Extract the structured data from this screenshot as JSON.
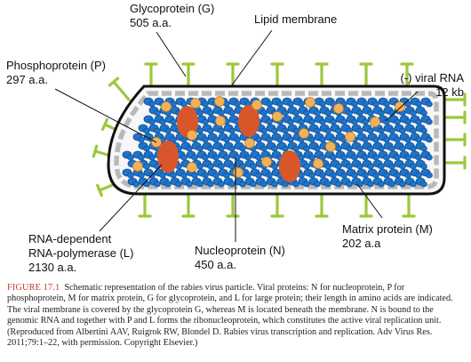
{
  "labels": {
    "glycoprotein": {
      "name": "Glycoprotein (G)",
      "size": "505 a.a."
    },
    "lipid_membrane": {
      "name": "Lipid membrane"
    },
    "phosphoprotein": {
      "name": "Phosphoprotein (P)",
      "size": "297 a.a."
    },
    "viral_rna": {
      "name": "(-) viral RNA",
      "size": "12 kb"
    },
    "polymerase": {
      "line1": "RNA-dependent",
      "line2": "RNA-polymerase (L)",
      "size": "2130 a.a."
    },
    "nucleoprotein": {
      "name": "Nucleoprotein (N)",
      "size": "450 a.a."
    },
    "matrix": {
      "name": "Matrix protein (M)",
      "size": "202 a.a"
    }
  },
  "caption": {
    "figure_label": "FIGURE 17.1",
    "text": "Schematic representation of the rabies virus particle. Viral proteins: N for nucleoprotein, P for phosphoprotein, M for matrix protein, G for glycoprotein, and L for large protein; their length in amino acids are indicated. The viral membrane is covered by the glycoprotein G, whereas M is located beneath the membrane. N is bound to the genomic RNA and together with P and L forms the ribonucleoprotein, which constitutes the active viral replication unit. (Reproduced from Albertini AAV, Ruigrok RW, Blondel D. Rabies virus transcription and replication. Adv Virus Res. 2011;79:1–22, with permission. Copyright Elsevier.)"
  },
  "colors": {
    "membrane": "#111111",
    "membrane_fill": "#f7f7f7",
    "matrix_dash": "#b9b9b9",
    "nucleoprotein": "#1f74c9",
    "nucleoprotein_dark": "#0d4e96",
    "phosphoprotein": "#f2b25b",
    "polymerase": "#d9562b",
    "glycoprotein": "#9bc93a",
    "caption_label": "#c0392b"
  }
}
